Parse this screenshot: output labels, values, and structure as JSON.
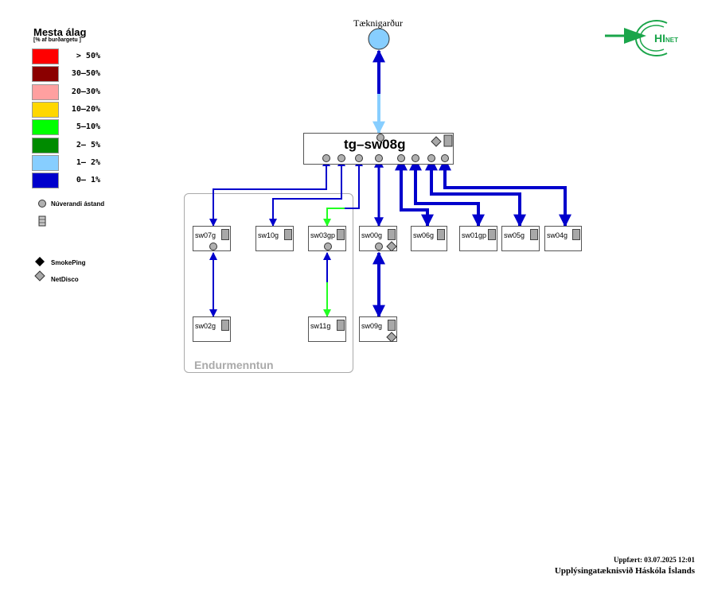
{
  "legend": {
    "title": "Mesta álag",
    "subtitle": "[% af burðargetu ]",
    "levels": [
      {
        "label": "> 50%",
        "color": "#ff0000"
      },
      {
        "label": "30–50%",
        "color": "#8b0000"
      },
      {
        "label": "20–30%",
        "color": "#ffa0a0"
      },
      {
        "label": "10–20%",
        "color": "#ffd700"
      },
      {
        "label": "5–10%",
        "color": "#00ff00"
      },
      {
        "label": "2– 5%",
        "color": "#008b00"
      },
      {
        "label": "1– 2%",
        "color": "#87ceff"
      },
      {
        "label": "0– 1%",
        "color": "#0000cc"
      }
    ],
    "current_state": "Núverandi ástand",
    "smokeping": "SmokePing",
    "netdisco": "NetDisco"
  },
  "uplink": {
    "label": "Tæknigarður"
  },
  "core": {
    "label": "tg–sw08g"
  },
  "nodes": {
    "sw07g": "sw07g",
    "sw10g": "sw10g",
    "sw03gp": "sw03gp",
    "sw00g": "sw00g",
    "sw06g": "sw06g",
    "sw01gp": "sw01gp",
    "sw05g": "sw05g",
    "sw04g": "sw04g",
    "sw02g": "sw02g",
    "sw11g": "sw11g",
    "sw09g": "sw09g"
  },
  "group": {
    "label": "Endurmenntun"
  },
  "logo": {
    "text": "HI",
    "suffix": "NET"
  },
  "footer": {
    "updated": "Uppfært: 03.07.2025 12:01",
    "org": "Upplýsingatæknisvið Háskóla Íslands"
  }
}
